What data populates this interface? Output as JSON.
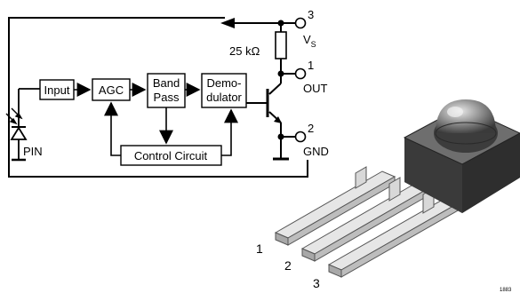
{
  "circuit": {
    "blocks": {
      "input": "Input",
      "agc": "AGC",
      "bandpass_line1": "Band",
      "bandpass_line2": "Pass",
      "demod_line1": "Demo-",
      "demod_line2": "dulator",
      "control": "Control Circuit"
    },
    "resistor_value": "25 kΩ",
    "pins": {
      "vs_number": "3",
      "vs_label_main": "V",
      "vs_label_sub": "S",
      "out_number": "1",
      "out_label": "OUT",
      "gnd_number": "2",
      "gnd_label": "GND"
    },
    "photodiode_label": "PIN"
  },
  "package": {
    "pin_labels": [
      "1",
      "2",
      "3"
    ],
    "figure_id": "1883"
  },
  "colors": {
    "line": "#000000",
    "body_dark": "#3c3c3c",
    "body_mid": "#5a5a5a",
    "lens": "#7a7a7a",
    "lead": "#c8c8c8"
  }
}
